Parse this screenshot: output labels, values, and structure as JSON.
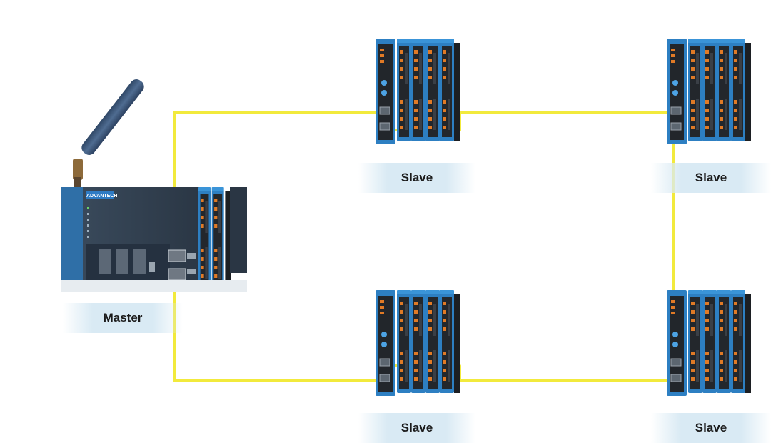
{
  "diagram": {
    "master": {
      "label": "Master",
      "brand": "ADVANTECH"
    },
    "slaves": [
      {
        "id": "slave-top-middle",
        "label": "Slave"
      },
      {
        "id": "slave-top-right",
        "label": "Slave"
      },
      {
        "id": "slave-bottom-middle",
        "label": "Slave"
      },
      {
        "id": "slave-bottom-right",
        "label": "Slave"
      }
    ]
  },
  "colors": {
    "cable": "#f2ea3c",
    "module_blue": "#2d7fc2",
    "module_dark": "#23272c",
    "terminal_orange": "#e07a26",
    "label_band": "#d9eaf4",
    "master_body": "#3a4a5a",
    "antenna": "#3d5675"
  }
}
